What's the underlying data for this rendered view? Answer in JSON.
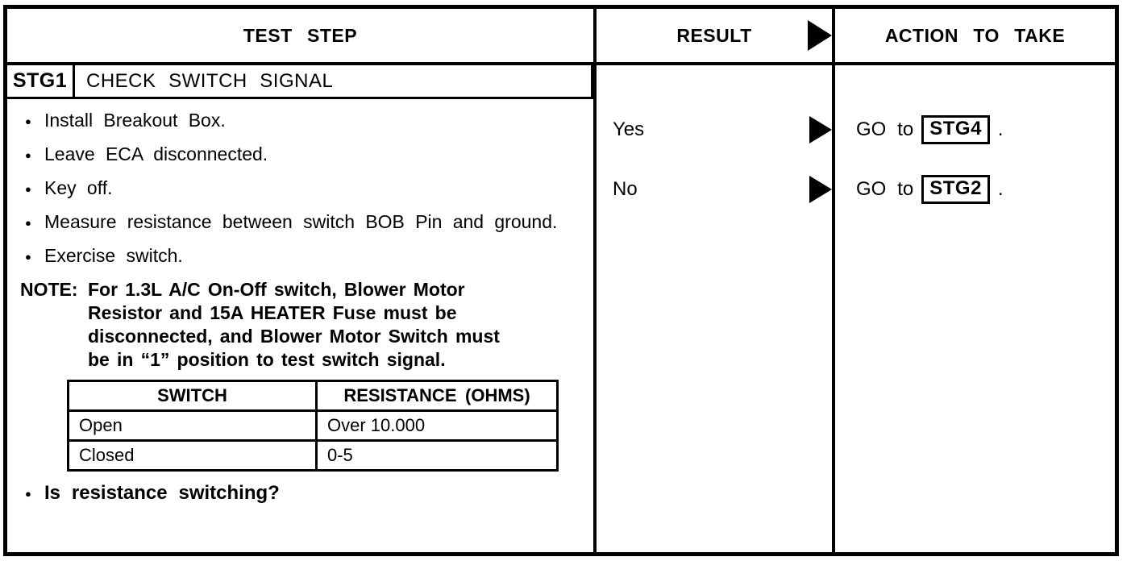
{
  "header": {
    "test_step": "TEST STEP",
    "result": "RESULT",
    "action": "ACTION TO TAKE"
  },
  "step": {
    "id": "STG1",
    "title": "CHECK SWITCH SIGNAL",
    "bullets": [
      "Install Breakout Box.",
      "Leave ECA disconnected.",
      "Key off.",
      "Measure resistance between switch BOB Pin and ground.",
      "Exercise switch."
    ],
    "note_label": "NOTE:",
    "note_text": "For 1.3L A/C On-Off switch, Blower Motor Resistor and 15A HEATER Fuse must be disconnected, and Blower Motor Switch must be in “1” position to test switch signal.",
    "question": "Is resistance switching?"
  },
  "switch_table": {
    "col1_header": "SWITCH",
    "col2_header": "RESISTANCE (OHMS)",
    "rows": [
      {
        "switch": "Open",
        "resistance": "Over 10.000"
      },
      {
        "switch": "Closed",
        "resistance": "0-5"
      }
    ]
  },
  "results": [
    {
      "label": "Yes",
      "action_prefix": "GO to",
      "action_target": "STG4",
      "action_suffix": "."
    },
    {
      "label": "No",
      "action_prefix": "GO to",
      "action_target": "STG2",
      "action_suffix": "."
    }
  ],
  "colors": {
    "ink": "#000000",
    "paper": "#ffffff"
  }
}
